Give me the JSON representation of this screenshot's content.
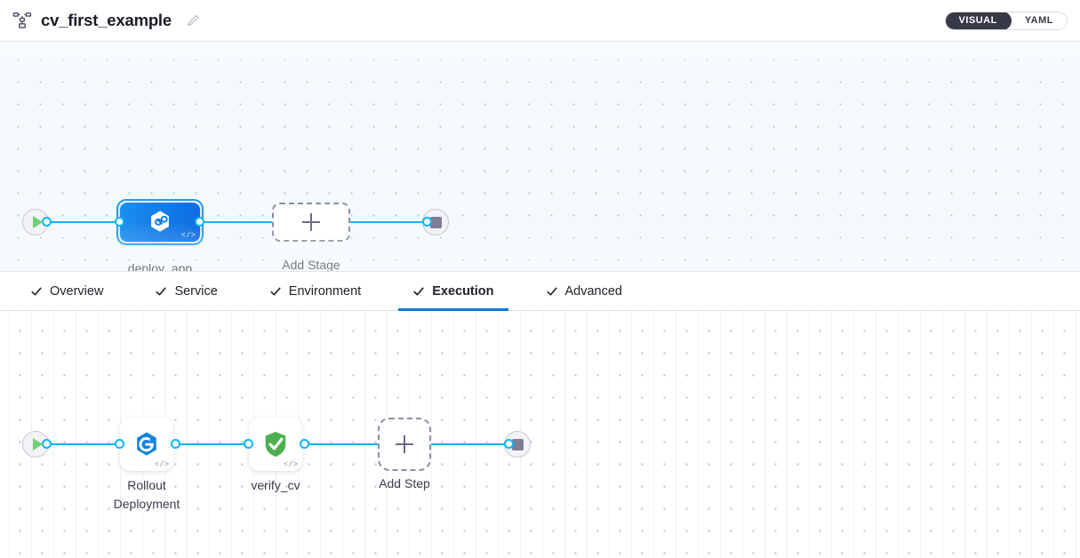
{
  "header": {
    "pipeline_icon": "pipeline-icon",
    "title": "cv_first_example",
    "edit_icon": "pencil-edit-icon",
    "view_toggle": {
      "options": [
        {
          "label": "VISUAL",
          "active": true
        },
        {
          "label": "YAML",
          "active": false
        }
      ]
    }
  },
  "tabs": [
    {
      "label": "Overview",
      "checked": true,
      "active": false
    },
    {
      "label": "Service",
      "checked": true,
      "active": false
    },
    {
      "label": "Environment",
      "checked": true,
      "active": false
    },
    {
      "label": "Execution",
      "checked": true,
      "active": true
    },
    {
      "label": "Advanced",
      "checked": true,
      "active": false
    }
  ],
  "stage_graph": {
    "start_node": {
      "icon": "play-icon"
    },
    "end_node": {
      "icon": "stop-icon"
    },
    "nodes": [
      {
        "label": "deploy_app",
        "type": "stage",
        "icon": "harness-hexagon-icon",
        "selected": true,
        "badge": "</>"
      },
      {
        "label": "Add Stage",
        "type": "add",
        "icon": "plus-icon"
      }
    ]
  },
  "step_graph": {
    "start_node": {
      "icon": "play-icon"
    },
    "end_node": {
      "icon": "stop-icon"
    },
    "nodes": [
      {
        "label": "Rollout\nDeployment",
        "type": "step",
        "icon": "rollout-deployment-icon",
        "badge": "</>"
      },
      {
        "label": "verify_cv",
        "type": "step",
        "icon": "green-shield-check-icon",
        "badge": "</>"
      },
      {
        "label": "Add Step",
        "type": "add",
        "icon": "plus-icon"
      }
    ]
  },
  "colors": {
    "accent_blue": "#0278d5",
    "edge_blue": "#0fb5f8",
    "stage_gradient_start": "#1a8ff0",
    "stage_gradient_end": "#0b6ae0",
    "verify_green": "#4daf50",
    "canvas_top_bg": "#f3f9fc",
    "toggle_active_bg": "#383946"
  }
}
